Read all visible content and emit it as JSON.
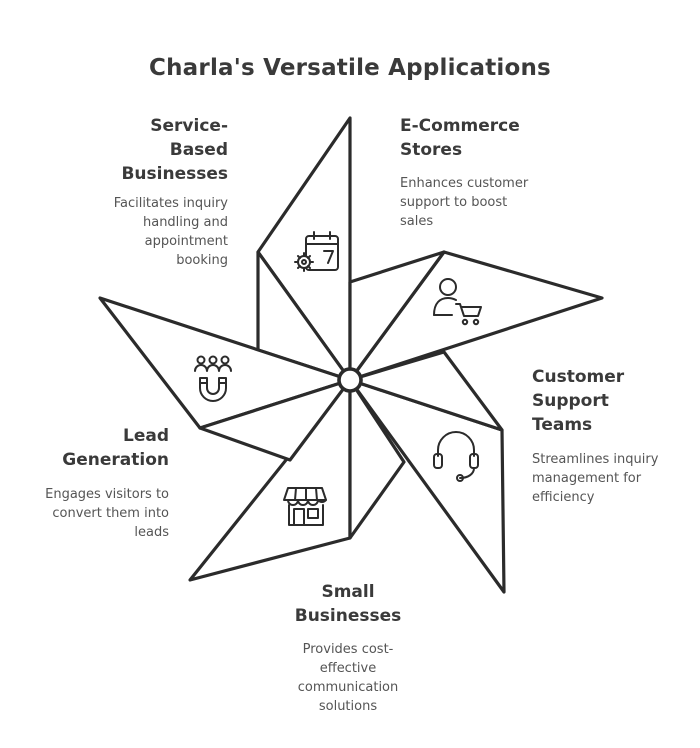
{
  "title": "Charla's Versatile Applications",
  "segments": [
    {
      "heading": "Service-\nBased\nBusinesses",
      "description": "Facilitates inquiry\nhandling and\nappointment\nbooking",
      "icon": "calendar-gear-icon"
    },
    {
      "heading": "E-Commerce\nStores",
      "description": "Enhances customer\nsupport to boost\nsales",
      "icon": "person-cart-icon"
    },
    {
      "heading": "Customer\nSupport\nTeams",
      "description": "Streamlines inquiry\nmanagement for\nefficiency",
      "icon": "headset-icon"
    },
    {
      "heading": "Small\nBusinesses",
      "description": "Provides cost-\neffective\ncommunication\nsolutions",
      "icon": "storefront-icon"
    },
    {
      "heading": "Lead\nGeneration",
      "description": "Engages visitors to\nconvert them into\nleads",
      "icon": "people-magnet-icon"
    }
  ],
  "colors": {
    "stroke": "#2b2b2b",
    "fill": "#ffffff",
    "text": "#3a3a3a",
    "subtext": "#555555"
  }
}
